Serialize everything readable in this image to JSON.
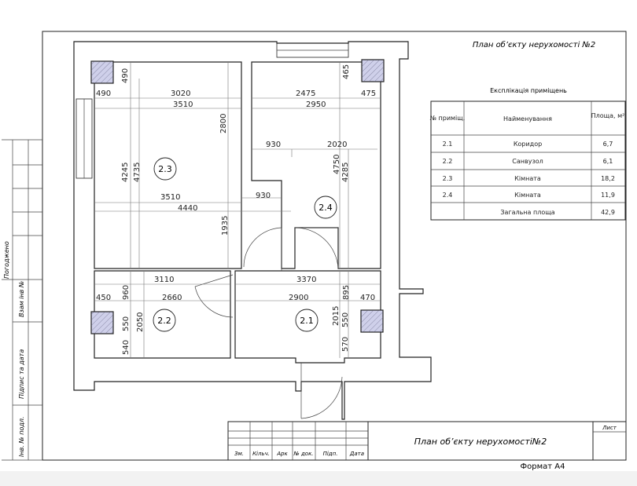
{
  "title": "План об’єкту нерухомості №2",
  "explication": {
    "caption": "Експлікація приміщень",
    "headers": [
      "№ приміщ.",
      "Найменування",
      "Площа, м²"
    ],
    "rows": [
      {
        "no": "2.1",
        "name": "Коридор",
        "area": "6,7"
      },
      {
        "no": "2.2",
        "name": "Санвузол",
        "area": "6,1"
      },
      {
        "no": "2.3",
        "name": "Кімната",
        "area": "18,2"
      },
      {
        "no": "2.4",
        "name": "Кімната",
        "area": "11,9"
      }
    ],
    "total_label": "Загальна площа",
    "total_area": "42,9"
  },
  "rooms": [
    "2.3",
    "2.4",
    "2.2",
    "2.1"
  ],
  "dimensions": [
    "490",
    "3020",
    "2475",
    "465",
    "475",
    "490",
    "3510",
    "2950",
    "2800",
    "930",
    "2020",
    "4245",
    "4735",
    "4750",
    "4285",
    "3510",
    "930",
    "4440",
    "1935",
    "3110",
    "3370",
    "450",
    "960",
    "2660",
    "2900",
    "895",
    "470",
    "550",
    "2050",
    "2015",
    "550",
    "540",
    "570"
  ],
  "side_stamp": [
    "Погоджено",
    "Взам інв №",
    "Підпис та дата",
    "Інв. № подл."
  ],
  "title_block": {
    "col_headers": [
      "Зм.",
      "Кільч.",
      "Арк",
      "№ док.",
      "Підп.",
      "Дата"
    ],
    "title": "План об’єкту нерухомості№2",
    "sheet_label": "Лист"
  },
  "format_label": "Формат А4"
}
